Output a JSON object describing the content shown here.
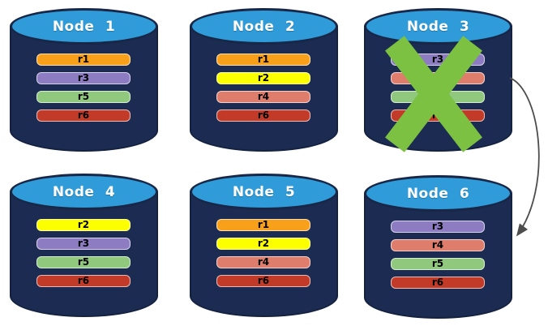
{
  "colors": {
    "background": "#FFFFFF",
    "cylinder_top": "#2F9CD9",
    "cylinder_body": "#1B2B52"
  },
  "nodes": [
    {
      "title": "Node 1",
      "failed": false,
      "replicas": [
        {
          "label": "r1",
          "color": "#F9A01B"
        },
        {
          "label": "r3",
          "color": "#8E7CC3"
        },
        {
          "label": "r5",
          "color": "#90C97D"
        },
        {
          "label": "r6",
          "color": "#C23B28"
        }
      ]
    },
    {
      "title": "Node 2",
      "failed": false,
      "replicas": [
        {
          "label": "r1",
          "color": "#F9A01B"
        },
        {
          "label": "r2",
          "color": "#FBFF00"
        },
        {
          "label": "r4",
          "color": "#DE7D6C"
        },
        {
          "label": "r6",
          "color": "#C23B28"
        }
      ]
    },
    {
      "title": "Node 3",
      "failed": true,
      "replicas": [
        {
          "label": "r3",
          "color": "#8E7CC3"
        },
        {
          "label": "r4",
          "color": "#DE7D6C"
        },
        {
          "label": "r5",
          "color": "#90C97D"
        },
        {
          "label": "r6",
          "color": "#C23B28"
        }
      ]
    },
    {
      "title": "Node 4",
      "failed": false,
      "replicas": [
        {
          "label": "r2",
          "color": "#FBFF00"
        },
        {
          "label": "r3",
          "color": "#8E7CC3"
        },
        {
          "label": "r5",
          "color": "#90C97D"
        },
        {
          "label": "r6",
          "color": "#C23B28"
        }
      ]
    },
    {
      "title": "Node 5",
      "failed": false,
      "replicas": [
        {
          "label": "r1",
          "color": "#F9A01B"
        },
        {
          "label": "r2",
          "color": "#FBFF00"
        },
        {
          "label": "r4",
          "color": "#DE7D6C"
        },
        {
          "label": "r6",
          "color": "#C23B28"
        }
      ]
    },
    {
      "title": "Node 6",
      "failed": false,
      "replicas": [
        {
          "label": "r3",
          "color": "#8E7CC3"
        },
        {
          "label": "r4",
          "color": "#DE7D6C"
        },
        {
          "label": "r5",
          "color": "#90C97D"
        },
        {
          "label": "r6",
          "color": "#C23B28"
        }
      ]
    }
  ],
  "failure_x": {
    "node": "Node 3",
    "color": "#7CC142"
  },
  "arrow": {
    "from": "Node 3",
    "to": "Node 6",
    "color": "#4D4D4D"
  }
}
